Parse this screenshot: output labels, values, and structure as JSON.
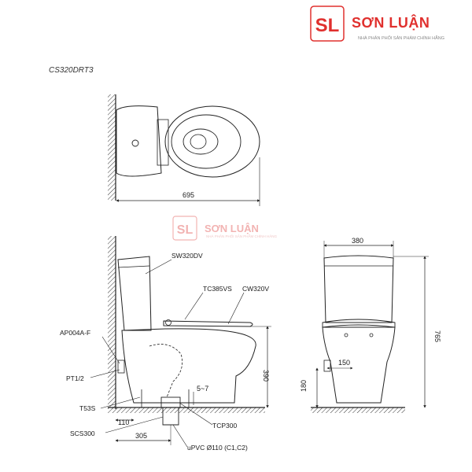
{
  "brand": {
    "name": "SƠN LUẬN",
    "tagline": "NHÀ PHÂN PHỐI SẢN PHẨM CHÍNH HÃNG",
    "logo_letters": "SL",
    "accent_color": "#e0302e"
  },
  "watermark": {
    "name": "SƠN LUẬN",
    "tagline": "NHÀ PHÂN PHỐI SẢN PHẨM CHÍNH HÃNG"
  },
  "model_code": "CS320DRT3",
  "top_view": {
    "length_dim": "695"
  },
  "side_view": {
    "labels": {
      "tank": "SW320DV",
      "seat": "TC385VS",
      "bowl": "CW320V",
      "valve": "AP004A-F",
      "inlet": "PT1/2",
      "bolt": "T53S",
      "seal": "SCS300",
      "flange": "TCP300",
      "pipe": "uPVC Ø110 (C1,C2)"
    },
    "dims": {
      "height_390": "390",
      "gap": "5~7",
      "offset_110": "110",
      "rough_in": "305"
    }
  },
  "front_view": {
    "dims": {
      "width": "380",
      "height": "765",
      "offset_150": "150",
      "height_180": "180"
    }
  }
}
